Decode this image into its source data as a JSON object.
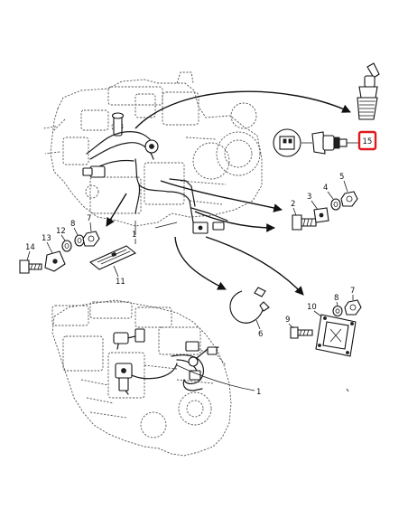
{
  "callouts": {
    "c1_upper": "1",
    "c2": "2",
    "c3": "3",
    "c4": "4",
    "c5": "5",
    "c6": "6",
    "c7_left": "7",
    "c7_right": "7",
    "c8_left": "8",
    "c8_right": "8",
    "c9": "9",
    "c10": "10",
    "c11": "11",
    "c12": "12",
    "c13": "13",
    "c14": "14",
    "c15": "15",
    "c1_lower": "1"
  },
  "highlight": {
    "callout": "15",
    "color": "#e0191b"
  }
}
